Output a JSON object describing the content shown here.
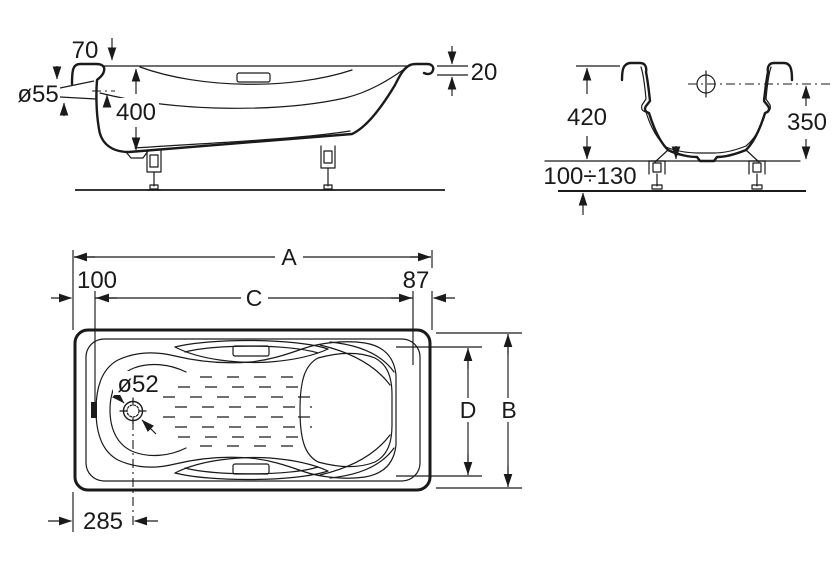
{
  "drawing": {
    "side_view": {
      "rim_width": "70",
      "overflow_diameter": "ø55",
      "inner_depth": "400",
      "rim_thickness": "20"
    },
    "end_view": {
      "total_height": "420",
      "inner_depth": "350",
      "leg_height_range": "100÷130"
    },
    "plan_view": {
      "overall_length": "A",
      "left_offset": "100",
      "inner_length": "C",
      "right_offset": "87",
      "drain_diameter": "ø52",
      "inner_width": "D",
      "overall_width": "B",
      "drain_position": "285"
    }
  }
}
